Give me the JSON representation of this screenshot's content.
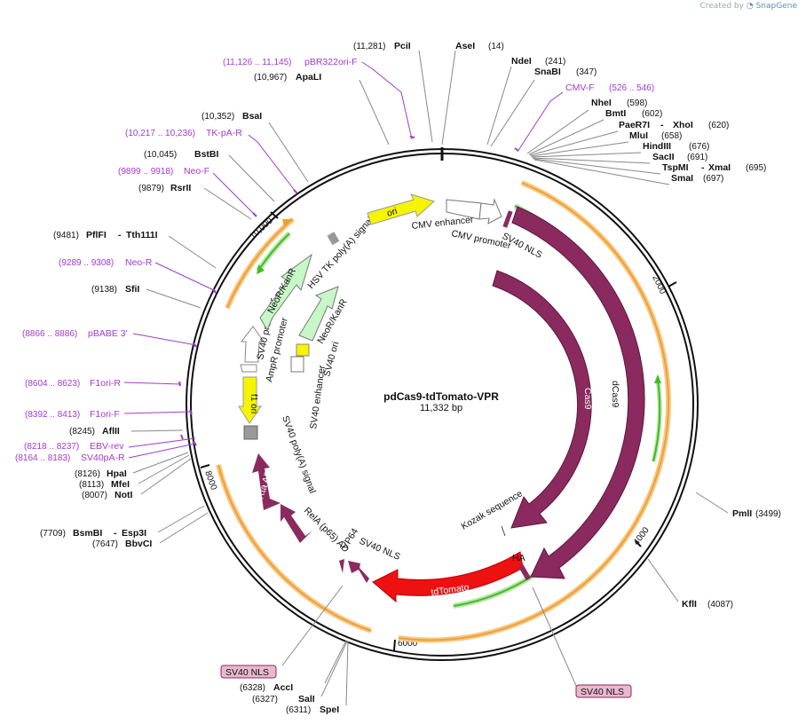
{
  "credit": {
    "prefix": "Created by",
    "brand": "SnapGene"
  },
  "plasmid": {
    "name": "pdCas9-tdTomato-VPR",
    "size": "11,332 bp"
  },
  "ticks": [
    "2000",
    "4000",
    "6000",
    "8000",
    "10,000"
  ],
  "enzymes": [
    {
      "name": "PciI",
      "pos": "(11,281)"
    },
    {
      "name": "AseI",
      "pos": "(14)"
    },
    {
      "name": "NdeI",
      "pos": "(241)"
    },
    {
      "name": "SnaBI",
      "pos": "(347)"
    },
    {
      "name": "NheI",
      "pos": "(598)"
    },
    {
      "name": "BmtI",
      "pos": "(602)"
    },
    {
      "name": "PaeR7I",
      "name2": "XhoI",
      "pos": "(620)"
    },
    {
      "name": "MluI",
      "pos": "(658)"
    },
    {
      "name": "HindIII",
      "pos": "(676)"
    },
    {
      "name": "SacII",
      "pos": "(691)"
    },
    {
      "name": "TspMI",
      "name2": "XmaI",
      "pos": "(695)"
    },
    {
      "name": "SmaI",
      "pos": "(697)"
    },
    {
      "name": "PmlI",
      "pos": "(3499)"
    },
    {
      "name": "KflI",
      "pos": "(4087)"
    },
    {
      "name": "SpeI",
      "pos": "(6311)"
    },
    {
      "name": "SalI",
      "pos": "(6327)"
    },
    {
      "name": "AccI",
      "pos": "(6328)"
    },
    {
      "name": "BbvCI",
      "pos": "(7647)"
    },
    {
      "name": "BsmBI",
      "name2": "Esp3I",
      "pos": "(7709)"
    },
    {
      "name": "NotI",
      "pos": "(8007)"
    },
    {
      "name": "MfeI",
      "pos": "(8113)"
    },
    {
      "name": "HpaI",
      "pos": "(8126)"
    },
    {
      "name": "AflII",
      "pos": "(8245)"
    },
    {
      "name": "SfiI",
      "pos": "(9138)"
    },
    {
      "name": "PflFI",
      "name2": "Tth111I",
      "pos": "(9481)"
    },
    {
      "name": "RsrII",
      "pos": "(9879)"
    },
    {
      "name": "BstBI",
      "pos": "(10,045)"
    },
    {
      "name": "BsaI",
      "pos": "(10,352)"
    },
    {
      "name": "ApaLI",
      "pos": "(10,967)"
    }
  ],
  "primers": [
    {
      "name": "pBR322ori-F",
      "pos": "(11,126 .. 11,145)"
    },
    {
      "name": "CMV-F",
      "pos": "(526 .. 546)"
    },
    {
      "name": "TK-pA-R",
      "pos": "(10,217 .. 10,236)"
    },
    {
      "name": "Neo-F",
      "pos": "(9899 .. 9918)"
    },
    {
      "name": "Neo-R",
      "pos": "(9289 .. 9308)"
    },
    {
      "name": "pBABE 3'",
      "pos": "(8866 .. 8886)"
    },
    {
      "name": "F1ori-R",
      "pos": "(8604 .. 8623)"
    },
    {
      "name": "F1ori-F",
      "pos": "(8392 .. 8413)"
    },
    {
      "name": "EBV-rev",
      "pos": "(8218 .. 8237)"
    },
    {
      "name": "SV40pA-R",
      "pos": "(8164 .. 8183)"
    }
  ],
  "features": {
    "ori": "ori",
    "cmv_enhancer": "CMV enhancer",
    "cmv_promoter": "CMV promoter",
    "sv40_nls_1": "SV40 NLS",
    "hsv_tk": "HSV TK poly(A) signal",
    "neo1": "NeoR/KanR",
    "neo2": "NeoR/KanR",
    "sv40_promoter": "SV40 promoter",
    "ampr_promoter": "AmpR promoter",
    "sv40_ori": "SV40 ori",
    "sv40_enhancer": "SV40 enhancer",
    "f1_ori": "f1 ori",
    "sv40_polya": "SV40 poly(A) signal",
    "rta_ad": "Rta AD",
    "rela": "RelA (p65) AD",
    "sv40_nls_2": "SV40 NLS",
    "vp64": "VP64",
    "tdtomato": "tdTomato",
    "ha": "HA",
    "kozak": "Kozak sequence",
    "cas9": "Cas9",
    "dcas9": "dCas9",
    "sv40_nls_box1": "SV40 NLS",
    "sv40_nls_box2": "SV40 NLS"
  },
  "colors": {
    "cas9": "#8b2a5e",
    "tdtomato": "#ee1111",
    "ori": "#f5f500",
    "neo": "#c7f7c7",
    "orange": "#f0a030",
    "green": "#44bb22",
    "primer": "#a23ad0",
    "nlsbox": "#e8b8cc"
  }
}
